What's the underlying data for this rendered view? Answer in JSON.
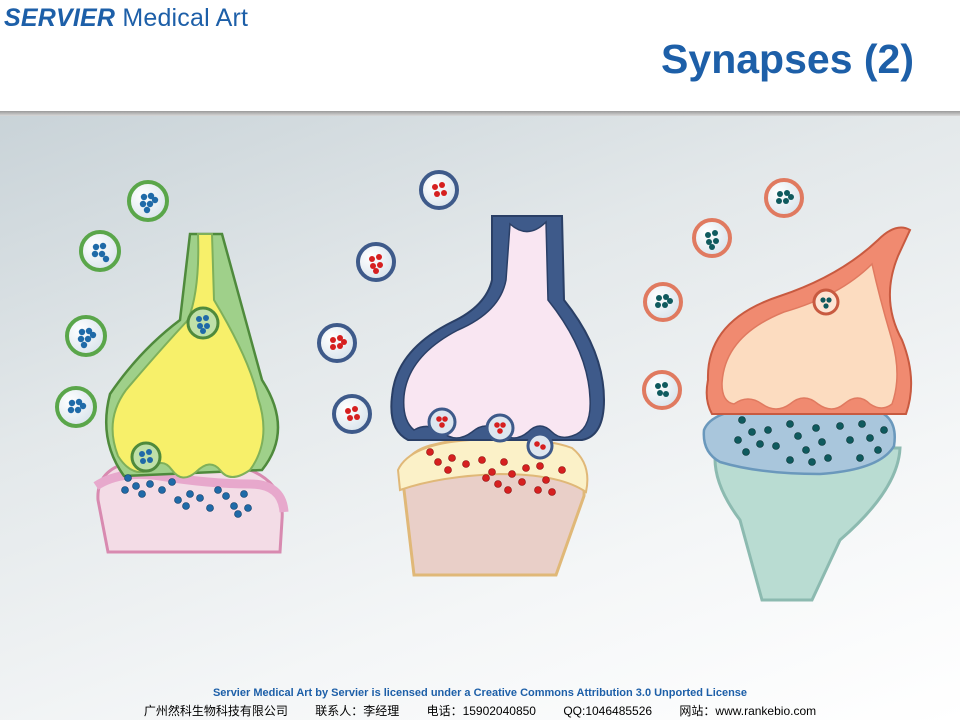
{
  "header": {
    "logo_brand": "SERVIER",
    "logo_sub": "Medical Art",
    "title": "Synapses (2)"
  },
  "colors": {
    "brand_blue": "#1d5fa8",
    "synapse_1": "#78c078",
    "synapse_2": "#3e5a8a",
    "synapse_3": "#f08a70"
  },
  "footer": {
    "license": "Servier Medical Art by Servier is licensed under a Creative Commons Attribution 3.0 Unported License",
    "company": "广州然科生物科技有限公司",
    "contact": "联系人：李经理",
    "phone": "电话：15902040850",
    "qq": "QQ:1046485526",
    "website": "网站：www.rankebio.com"
  }
}
